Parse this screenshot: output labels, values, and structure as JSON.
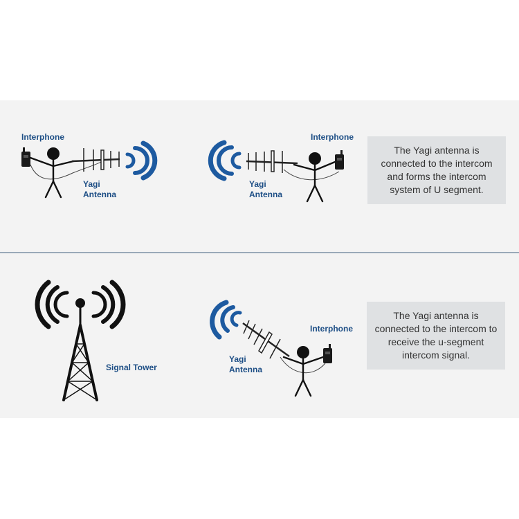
{
  "colors": {
    "panel_bg": "#f3f3f3",
    "divider": "#9aa9b8",
    "label_text": "#1d4e85",
    "signal_waves": "#1d5aa0",
    "note_bg": "#dfe1e3",
    "figure": "#111111"
  },
  "icons": [
    "person-icon",
    "interphone-icon",
    "yagi-antenna-icon",
    "signal-waves-icon",
    "signal-tower-icon"
  ],
  "top": {
    "left_scene": {
      "interphone_label": "Interphone",
      "antenna_label": "Yagi\nAntenna"
    },
    "right_scene": {
      "interphone_label": "Interphone",
      "antenna_label": "Yagi\nAntenna"
    },
    "note": "The Yagi antenna is connected to the intercom and forms the intercom system of U segment."
  },
  "bottom": {
    "tower_label": "Signal Tower",
    "scene": {
      "interphone_label": "Interphone",
      "antenna_label": "Yagi\nAntenna"
    },
    "note": "The Yagi antenna is connected to the intercom to receive the u-segment intercom signal."
  }
}
